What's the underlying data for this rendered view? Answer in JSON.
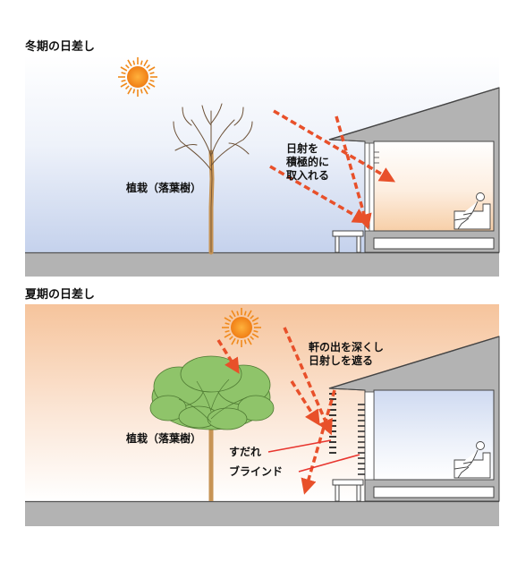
{
  "winter": {
    "heading": "冬期の日差し",
    "tree_label": "植栽（落葉樹）",
    "sun_note": [
      "日射を",
      "積極的に",
      "取入れる"
    ]
  },
  "summer": {
    "heading": "夏期の日差し",
    "tree_label": "植栽（落葉樹）",
    "eave_note": [
      "軒の出を深くし",
      "日射しを遮る"
    ],
    "sudare_label": "すだれ",
    "blind_label": "ブラインド"
  },
  "colors": {
    "sun": "#f08a1c",
    "arrow": "#e8502a",
    "ground": "#b5b5b5",
    "sky_winter": "#c6d3ee",
    "sky_summer": "#f7c8a2",
    "foliage": "#8fc46a",
    "trunk": "#c79455",
    "callout_line": "#e8352e"
  },
  "icons": [
    "sun-icon",
    "deciduous-tree-icon",
    "house-section-icon",
    "person-on-sofa-icon",
    "bench-icon"
  ]
}
